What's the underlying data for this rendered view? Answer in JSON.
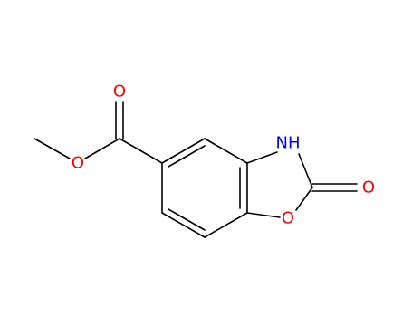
{
  "molecule": {
    "atoms": {
      "carbonyl_o": {
        "label": "O",
        "color": "#ff0000"
      },
      "ester_o": {
        "label": "O",
        "color": "#ff0000"
      },
      "nh": {
        "label": "NH",
        "color": "#0000ff"
      },
      "lactam_o": {
        "label": "O",
        "color": "#ff0000"
      },
      "ring_o": {
        "label": "O",
        "color": "#ff0000"
      }
    },
    "bond_color": "#000000"
  }
}
